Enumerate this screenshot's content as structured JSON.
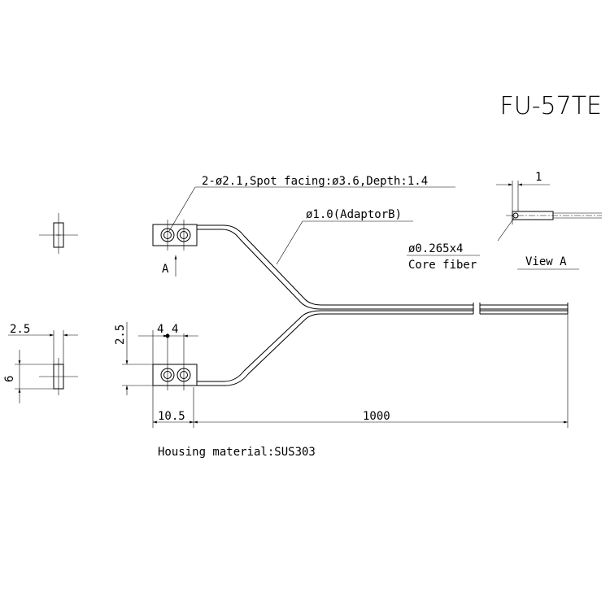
{
  "model": "FU-57TE",
  "notes": {
    "mount_hole": "2-ø2.1,Spot facing:ø3.6,Depth:1.4",
    "fiber_dia": "ø1.0(AdaptorB)",
    "core_dia": "ø0.265x4",
    "core_label": "Core fiber",
    "view_label": "View A",
    "arrow_label": "A",
    "material": "Housing material:SUS303"
  },
  "dims": {
    "w_side": "2.5",
    "h_side": "6",
    "thick": "2.5",
    "pitch_a": "4",
    "pitch_b": "4",
    "head_len": "10.5",
    "cable_len": "1000",
    "tip": "1"
  }
}
